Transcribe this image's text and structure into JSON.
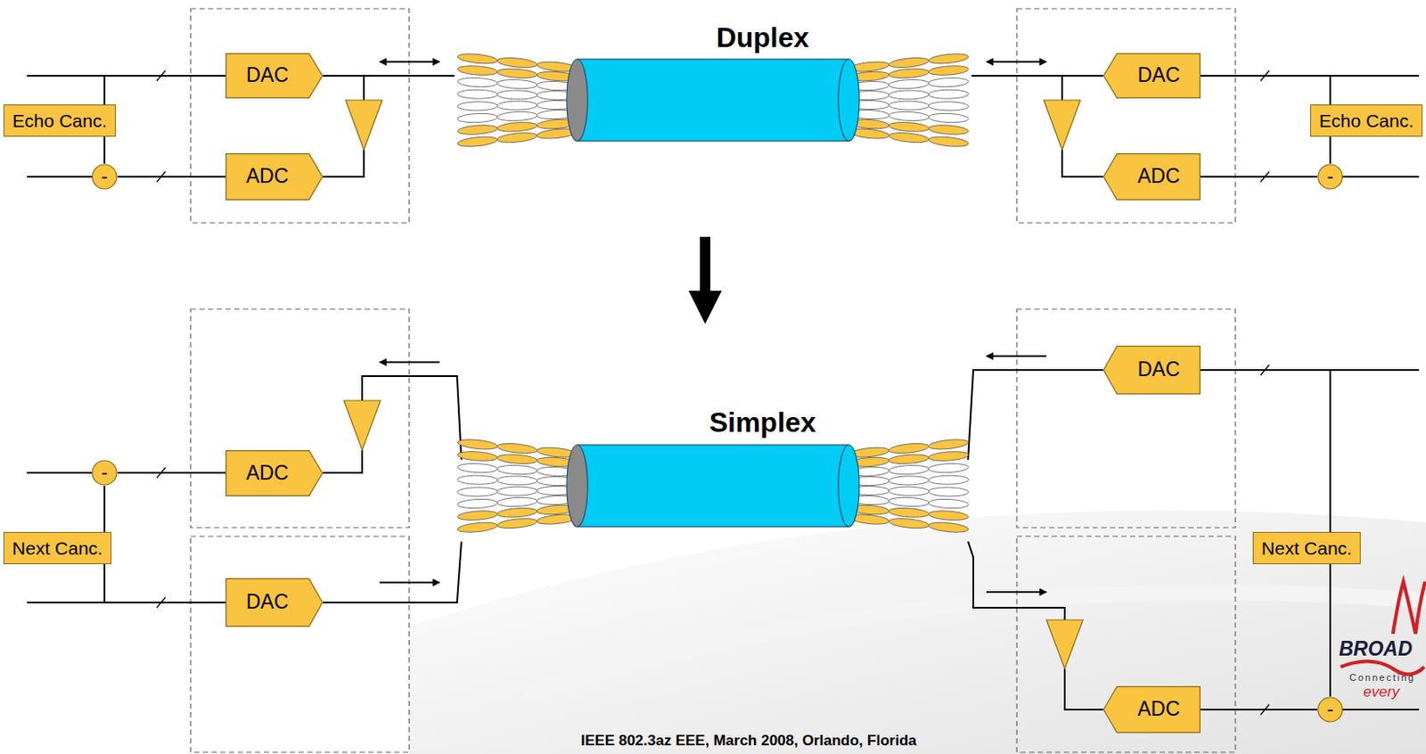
{
  "diagram": {
    "nodes": [
      {
        "text": [
          "DAC"
        ]
      },
      {
        "text": [
          "ADC"
        ]
      },
      {
        "text": [
          "Echo Canc."
        ]
      },
      {
        "text": [
          "-"
        ]
      },
      {
        "text": [
          "DAC"
        ]
      },
      {
        "text": [
          "ADC"
        ]
      },
      {
        "text": [
          "Echo Canc."
        ]
      },
      {
        "text": [
          "-"
        ]
      },
      {
        "text": [
          "ADC"
        ]
      },
      {
        "text": [
          "-"
        ]
      },
      {
        "text": [
          "Next Canc."
        ]
      },
      {
        "text": [
          "DAC"
        ]
      },
      {
        "text": [
          "DAC"
        ]
      },
      {
        "text": [
          "Next Canc."
        ]
      },
      {
        "text": [
          "ADC"
        ]
      },
      {
        "text": [
          "-"
        ]
      }
    ],
    "edges": [
      {
        "from": 2,
        "to": 0,
        "arrow": "none"
      },
      {
        "from": 2,
        "to": 3,
        "arrow": "none"
      },
      {
        "from": 1,
        "to": 3,
        "arrow": "none"
      },
      {
        "from": 6,
        "to": 4,
        "arrow": "none"
      },
      {
        "from": 6,
        "to": 7,
        "arrow": "none"
      },
      {
        "from": 5,
        "to": 7,
        "arrow": "none"
      },
      {
        "from": 8,
        "to": 9,
        "arrow": "none"
      },
      {
        "from": 10,
        "to": 9,
        "arrow": "none"
      },
      {
        "from": 10,
        "to": 11,
        "arrow": "none"
      },
      {
        "from": 12,
        "to": 13,
        "arrow": "none"
      },
      {
        "from": 13,
        "to": 15,
        "arrow": "none"
      },
      {
        "from": 14,
        "to": 15,
        "arrow": "none"
      }
    ],
    "labels": [
      "Duplex",
      "Simplex",
      "IEEE 802.3az EEE, March 2008, Orlando, Florida",
      "BROAD",
      "Connecting",
      "every"
    ]
  }
}
